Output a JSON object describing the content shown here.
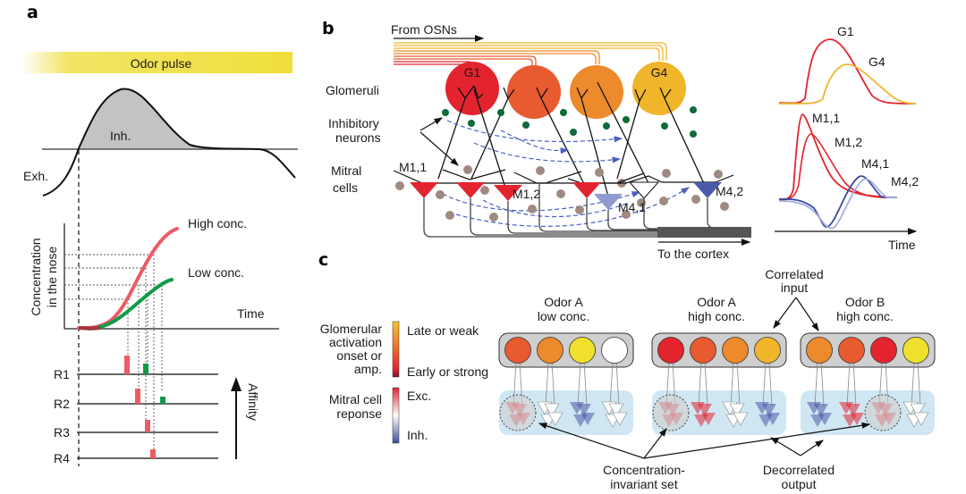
{
  "figure": {
    "panels": {
      "a": "a",
      "b": "b",
      "c": "c"
    },
    "panel_a": {
      "odor_pulse": "Odor pulse",
      "breathing": {
        "inhalation": "Inh.",
        "exhalation": "Exh."
      },
      "concentration_plot": {
        "ylabel_line1": "Concentration",
        "ylabel_line2": "in the nose",
        "xlabel": "Time",
        "high_label": "High conc.",
        "low_label": "Low conc."
      },
      "receptors": [
        "R1",
        "R2",
        "R3",
        "R4"
      ],
      "affinity_label": "Affinity",
      "colors": {
        "high": "#ec5b66",
        "low": "#109b48",
        "pulse": "#f1e04a"
      }
    },
    "panel_b": {
      "from_osns": "From OSNs",
      "glomeruli_label": "Glomeruli",
      "inhibitory_label_line1": "Inhibitory",
      "inhibitory_label_line2": "neurons",
      "mitral_label_line1": "Mitral",
      "mitral_label_line2": "cells",
      "to_cortex": "To the cortex",
      "glomeruli": [
        {
          "label": "G1",
          "color": "#e3242f"
        },
        {
          "label": "",
          "color": "#e85a30"
        },
        {
          "label": "",
          "color": "#ec8a2c"
        },
        {
          "label": "G4",
          "color": "#f1b52b"
        }
      ],
      "mitral_cells": [
        "M1,1",
        "M1,2",
        "M4,1",
        "M4,2"
      ],
      "traces": {
        "glom_labels": [
          "G1",
          "G4"
        ],
        "mitral_labels": [
          "M1,1",
          "M1,2",
          "M4,1",
          "M4,2"
        ],
        "xlabel": "Time"
      }
    },
    "panel_c": {
      "legend_glom_lines": [
        "Glomerular",
        "activation",
        "onset or",
        "amp."
      ],
      "legend_glom_top": "Late or weak",
      "legend_glom_bottom": "Early or strong",
      "legend_mitral_lines": [
        "Mitral cell",
        "reponse"
      ],
      "legend_mitral_top": "Exc.",
      "legend_mitral_bottom": "Inh.",
      "conditions": [
        {
          "line1": "Odor A",
          "line2": "low conc.",
          "glomeruli": [
            "#e85a30",
            "#ec8a2c",
            "#efe02e",
            "#ffffff"
          ]
        },
        {
          "line1": "Odor A",
          "line2": "high conc.",
          "glomeruli": [
            "#e3242f",
            "#e85a30",
            "#ec8a2c",
            "#f1b52b"
          ]
        },
        {
          "line1": "Odor B",
          "line2": "high conc.",
          "glomeruli": [
            "#ec8a2c",
            "#e85a30",
            "#e3242f",
            "#efe02e"
          ]
        }
      ],
      "correlated_line1": "Correlated",
      "correlated_line2": "input",
      "invariant_line1": "Concentration-",
      "invariant_line2": "invariant set",
      "decorrelated_line1": "Decorrelated",
      "decorrelated_line2": "output"
    }
  }
}
